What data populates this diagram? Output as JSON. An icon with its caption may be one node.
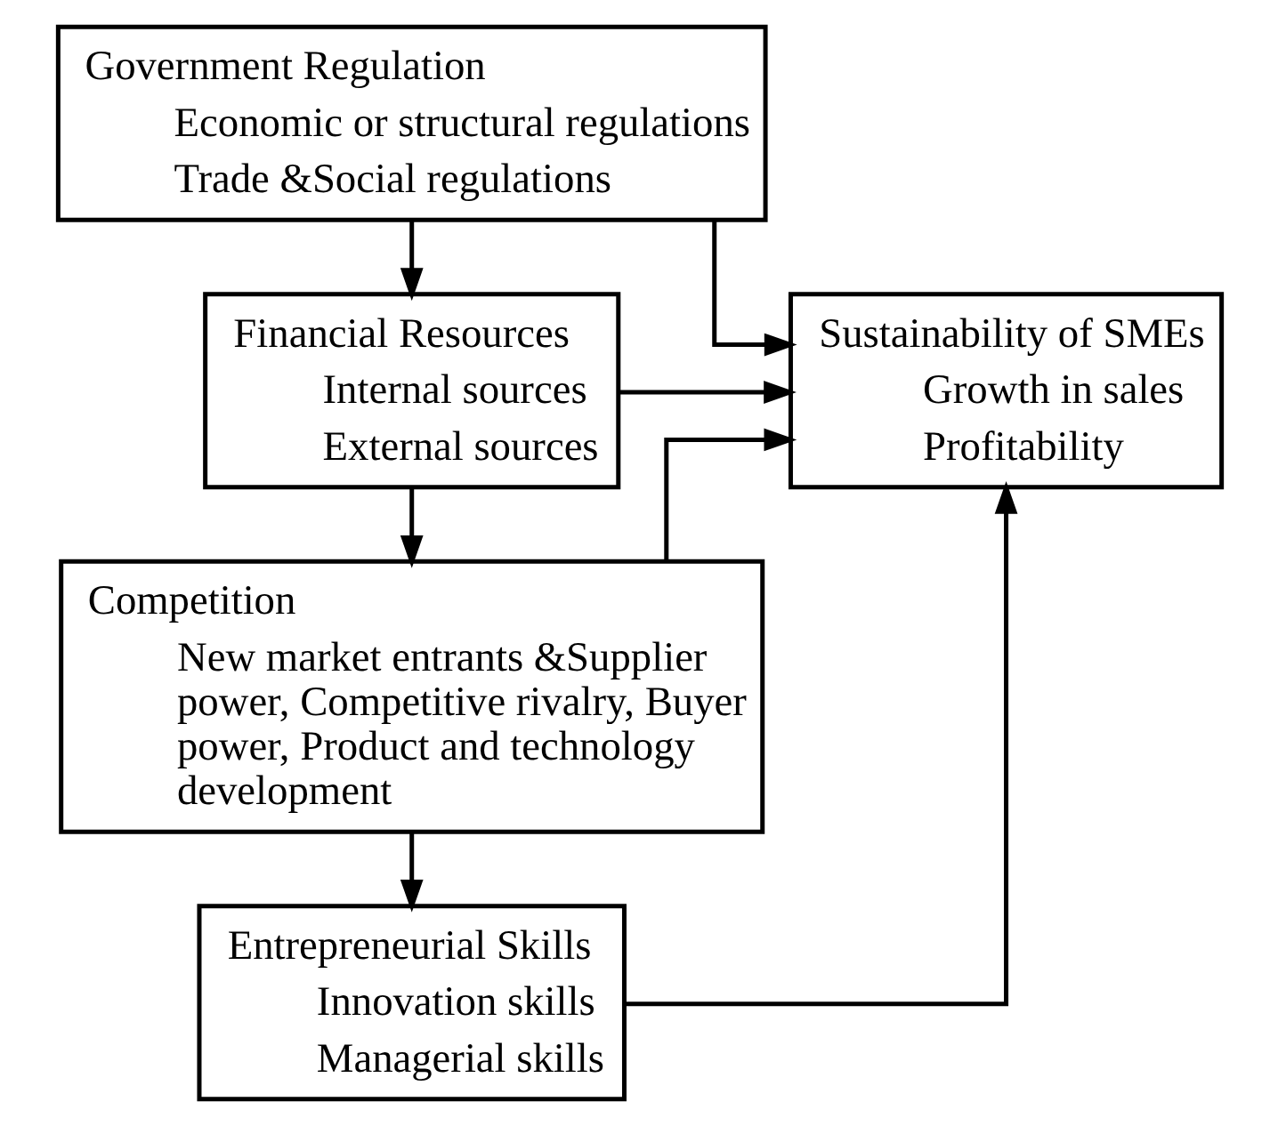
{
  "diagram": {
    "nodes": [
      {
        "text": [
          "Government Regulation",
          "Economic or structural regulations",
          "Trade &Social regulations"
        ]
      },
      {
        "text": [
          "Financial Resources",
          "Internal sources",
          "External sources"
        ]
      },
      {
        "text": [
          "Competition",
          "New market entrants &Supplier power, Competitive rivalry, Buyer power, Product and technology development"
        ]
      },
      {
        "text": [
          "Entrepreneurial Skills",
          "Innovation skills",
          "Managerial skills"
        ]
      },
      {
        "text": [
          "Sustainability of SMEs",
          "Growth in sales",
          "Profitability"
        ]
      }
    ],
    "edges": [
      {
        "from": 0,
        "to": 1,
        "arrow": "to"
      },
      {
        "from": 1,
        "to": 2,
        "arrow": "to"
      },
      {
        "from": 2,
        "to": 3,
        "arrow": "to"
      },
      {
        "from": 0,
        "to": 4,
        "arrow": "to"
      },
      {
        "from": 1,
        "to": 4,
        "arrow": "to"
      },
      {
        "from": 2,
        "to": 4,
        "arrow": "to"
      },
      {
        "from": 3,
        "to": 4,
        "arrow": "to"
      }
    ]
  }
}
